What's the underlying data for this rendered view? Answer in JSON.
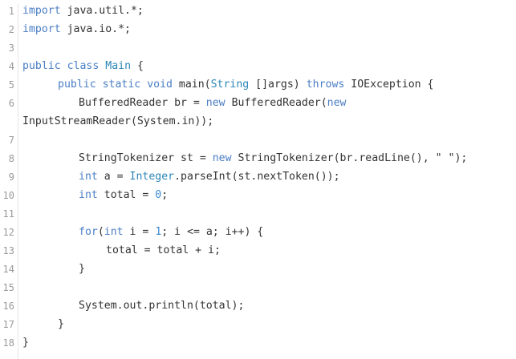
{
  "colors": {
    "keyword": "#4a7ec4",
    "type": "#2c86b7",
    "number": "#3b8bd4",
    "text": "#333333",
    "gutter_text": "#9a9a9a"
  },
  "line_numbers": [
    "1",
    "2",
    "3",
    "4",
    "5",
    "6",
    "7",
    "8",
    "9",
    "10",
    "11",
    "12",
    "13",
    "14",
    "15",
    "16",
    "17",
    "18"
  ],
  "code": {
    "l1_kw": "import",
    "l1_rest": " java.util.*;",
    "l2_kw": "import",
    "l2_rest": " java.io.*;",
    "l4_kw1": "public",
    "l4_kw2": "class",
    "l4_name": "Main",
    "l4_rest": " {",
    "l5_kw1": "public",
    "l5_kw2": "static",
    "l5_kw3": "void",
    "l5_m": " main(",
    "l5_ty": "String",
    "l5_args": " []args) ",
    "l5_kw4": "throws",
    "l5_ex": " IOException {",
    "l6_a": "BufferedReader br = ",
    "l6_kw": "new",
    "l6_b": " BufferedReader(",
    "l6_kw2": "new",
    "l6w": "InputStreamReader(System.in));",
    "l8_a": "StringTokenizer st = ",
    "l8_kw": "new",
    "l8_b": " StringTokenizer(br.readLine(), \" \");",
    "l9_kw": "int",
    "l9_a": " a = ",
    "l9_ty": "Integer",
    "l9_b": ".parseInt(st.nextToken());",
    "l10_kw": "int",
    "l10_a": " total = ",
    "l10_num": "0",
    "l10_b": ";",
    "l12_kw": "for",
    "l12_a": "(",
    "l12_kw2": "int",
    "l12_b": " i = ",
    "l12_num": "1",
    "l12_c": "; i <= a; i++) {",
    "l13": "total = total + i;",
    "l14": "}",
    "l16": "System.out.println(total);",
    "l17": "}",
    "l18": "}"
  }
}
